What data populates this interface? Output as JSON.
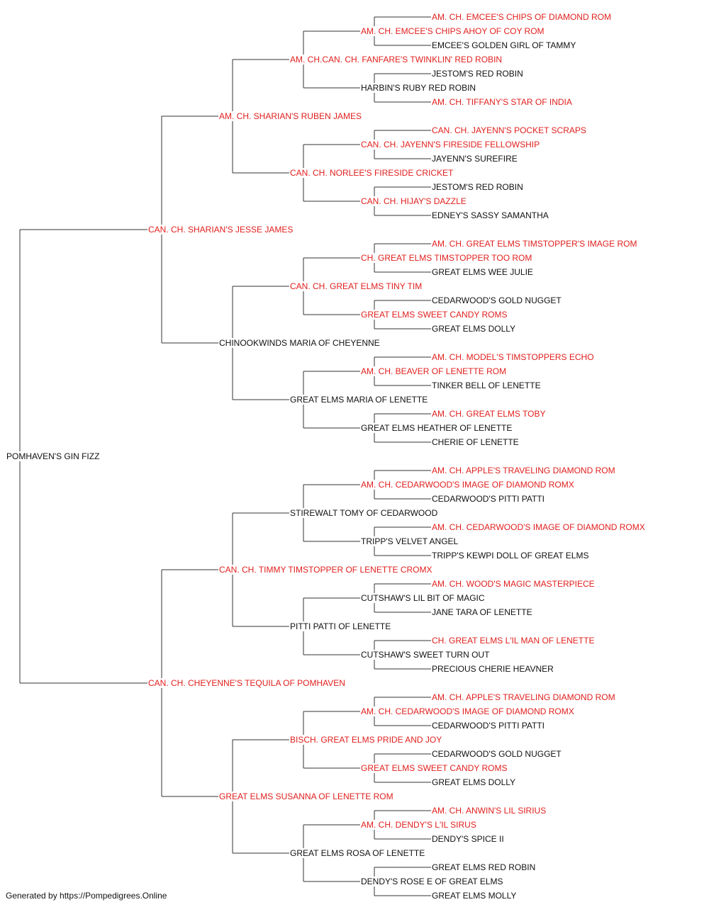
{
  "colors": {
    "champion": "#e0201e",
    "normal": "#111111",
    "line": "#333333"
  },
  "pedigree": {
    "name": "POMHAVEN'S GIN FIZZ",
    "champion": false,
    "sire": {
      "name": "CAN. CH. SHARIAN'S JESSE JAMES",
      "champion": true,
      "sire": {
        "name": "AM. CH. SHARIAN'S RUBEN JAMES",
        "champion": true,
        "sire": {
          "name": "AM. CH.CAN. CH. FANFARE'S TWINKLIN' RED ROBIN",
          "champion": true,
          "sire": {
            "name": "AM. CH. EMCEE'S CHIPS AHOY OF COY ROM",
            "champion": true,
            "sire": {
              "name": "AM. CH. EMCEE'S CHIPS OF DIAMOND ROM",
              "champion": true
            },
            "dam": {
              "name": "EMCEE'S GOLDEN GIRL OF TAMMY",
              "champion": false
            }
          },
          "dam": {
            "name": "HARBIN'S RUBY RED ROBIN",
            "champion": false,
            "sire": {
              "name": "JESTOM'S RED ROBIN",
              "champion": false
            },
            "dam": {
              "name": "AM. CH. TIFFANY'S STAR OF INDIA",
              "champion": true
            }
          }
        },
        "dam": {
          "name": "CAN. CH. NORLEE'S FIRESIDE CRICKET",
          "champion": true,
          "sire": {
            "name": "CAN. CH. JAYENN'S FIRESIDE FELLOWSHIP",
            "champion": true,
            "sire": {
              "name": "CAN. CH. JAYENN'S POCKET SCRAPS",
              "champion": true
            },
            "dam": {
              "name": "JAYENN'S SUREFIRE",
              "champion": false
            }
          },
          "dam": {
            "name": "CAN. CH. HIJAY'S DAZZLE",
            "champion": true,
            "sire": {
              "name": "JESTOM'S RED ROBIN",
              "champion": false
            },
            "dam": {
              "name": "EDNEY'S SASSY SAMANTHA",
              "champion": false
            }
          }
        }
      },
      "dam": {
        "name": "CHINOOKWINDS MARIA OF CHEYENNE",
        "champion": false,
        "sire": {
          "name": "CAN. CH. GREAT ELMS TINY TIM",
          "champion": true,
          "sire": {
            "name": "CH. GREAT ELMS TIMSTOPPER TOO ROM",
            "champion": true,
            "sire": {
              "name": "AM. CH. GREAT ELMS TIMSTOPPER'S IMAGE ROM",
              "champion": true
            },
            "dam": {
              "name": "GREAT ELMS WEE JULIE",
              "champion": false
            }
          },
          "dam": {
            "name": "GREAT ELMS SWEET CANDY ROMS",
            "champion": true,
            "sire": {
              "name": "CEDARWOOD'S GOLD NUGGET",
              "champion": false
            },
            "dam": {
              "name": "GREAT ELMS DOLLY",
              "champion": false
            }
          }
        },
        "dam": {
          "name": "GREAT ELMS MARIA OF LENETTE",
          "champion": false,
          "sire": {
            "name": "AM. CH. BEAVER OF LENETTE ROM",
            "champion": true,
            "sire": {
              "name": "AM. CH. MODEL'S TIMSTOPPERS ECHO",
              "champion": true
            },
            "dam": {
              "name": "TINKER BELL OF LENETTE",
              "champion": false
            }
          },
          "dam": {
            "name": "GREAT ELMS HEATHER OF LENETTE",
            "champion": false,
            "sire": {
              "name": "AM. CH. GREAT ELMS TOBY",
              "champion": true
            },
            "dam": {
              "name": "CHERIE OF LENETTE",
              "champion": false
            }
          }
        }
      }
    },
    "dam": {
      "name": "CAN. CH. CHEYENNE'S TEQUILA OF POMHAVEN",
      "champion": true,
      "sire": {
        "name": "CAN. CH. TIMMY TIMSTOPPER OF LENETTE CROMX",
        "champion": true,
        "sire": {
          "name": "STIREWALT TOMY OF CEDARWOOD",
          "champion": false,
          "sire": {
            "name": "AM. CH. CEDARWOOD'S IMAGE OF DIAMOND ROMX",
            "champion": true,
            "sire": {
              "name": "AM. CH. APPLE'S TRAVELING DIAMOND ROM",
              "champion": true
            },
            "dam": {
              "name": "CEDARWOOD'S PITTI PATTI",
              "champion": false
            }
          },
          "dam": {
            "name": "TRIPP'S VELVET ANGEL",
            "champion": false,
            "sire": {
              "name": "AM. CH. CEDARWOOD'S IMAGE OF DIAMOND ROMX",
              "champion": true
            },
            "dam": {
              "name": "TRIPP'S KEWPI DOLL OF GREAT ELMS",
              "champion": false
            }
          }
        },
        "dam": {
          "name": "PITTI PATTI OF LENETTE",
          "champion": false,
          "sire": {
            "name": "CUTSHAW'S LIL BIT OF MAGIC",
            "champion": false,
            "sire": {
              "name": "AM. CH. WOOD'S MAGIC MASTERPIECE",
              "champion": true
            },
            "dam": {
              "name": "JANE TARA OF LENETTE",
              "champion": false
            }
          },
          "dam": {
            "name": "CUTSHAW'S SWEET TURN OUT",
            "champion": false,
            "sire": {
              "name": "CH. GREAT ELMS L'IL MAN OF LENETTE",
              "champion": true
            },
            "dam": {
              "name": "PRECIOUS CHERIE HEAVNER",
              "champion": false
            }
          }
        }
      },
      "dam": {
        "name": "GREAT ELMS SUSANNA OF LENETTE ROM",
        "champion": true,
        "sire": {
          "name": "BISCH. GREAT ELMS PRIDE AND JOY",
          "champion": true,
          "sire": {
            "name": "AM. CH. CEDARWOOD'S IMAGE OF DIAMOND ROMX",
            "champion": true,
            "sire": {
              "name": "AM. CH. APPLE'S TRAVELING DIAMOND ROM",
              "champion": true
            },
            "dam": {
              "name": "CEDARWOOD'S PITTI PATTI",
              "champion": false
            }
          },
          "dam": {
            "name": "GREAT ELMS SWEET CANDY ROMS",
            "champion": true,
            "sire": {
              "name": "CEDARWOOD'S GOLD NUGGET",
              "champion": false
            },
            "dam": {
              "name": "GREAT ELMS DOLLY",
              "champion": false
            }
          }
        },
        "dam": {
          "name": "GREAT ELMS ROSA OF LENETTE",
          "champion": false,
          "sire": {
            "name": "AM. CH. DENDY'S L'IL SIRUS",
            "champion": true,
            "sire": {
              "name": "AM. CH. ANWIN'S LIL SIRIUS",
              "champion": true
            },
            "dam": {
              "name": "DENDY'S SPICE II",
              "champion": false
            }
          },
          "dam": {
            "name": "DENDY'S ROSE E OF GREAT ELMS",
            "champion": false,
            "sire": {
              "name": "GREAT ELMS RED ROBIN",
              "champion": false
            },
            "dam": {
              "name": "GREAT ELMS MOLLY",
              "champion": false
            }
          }
        }
      }
    }
  },
  "footer": {
    "text": "Generated by https://Pompedigrees.Online"
  }
}
